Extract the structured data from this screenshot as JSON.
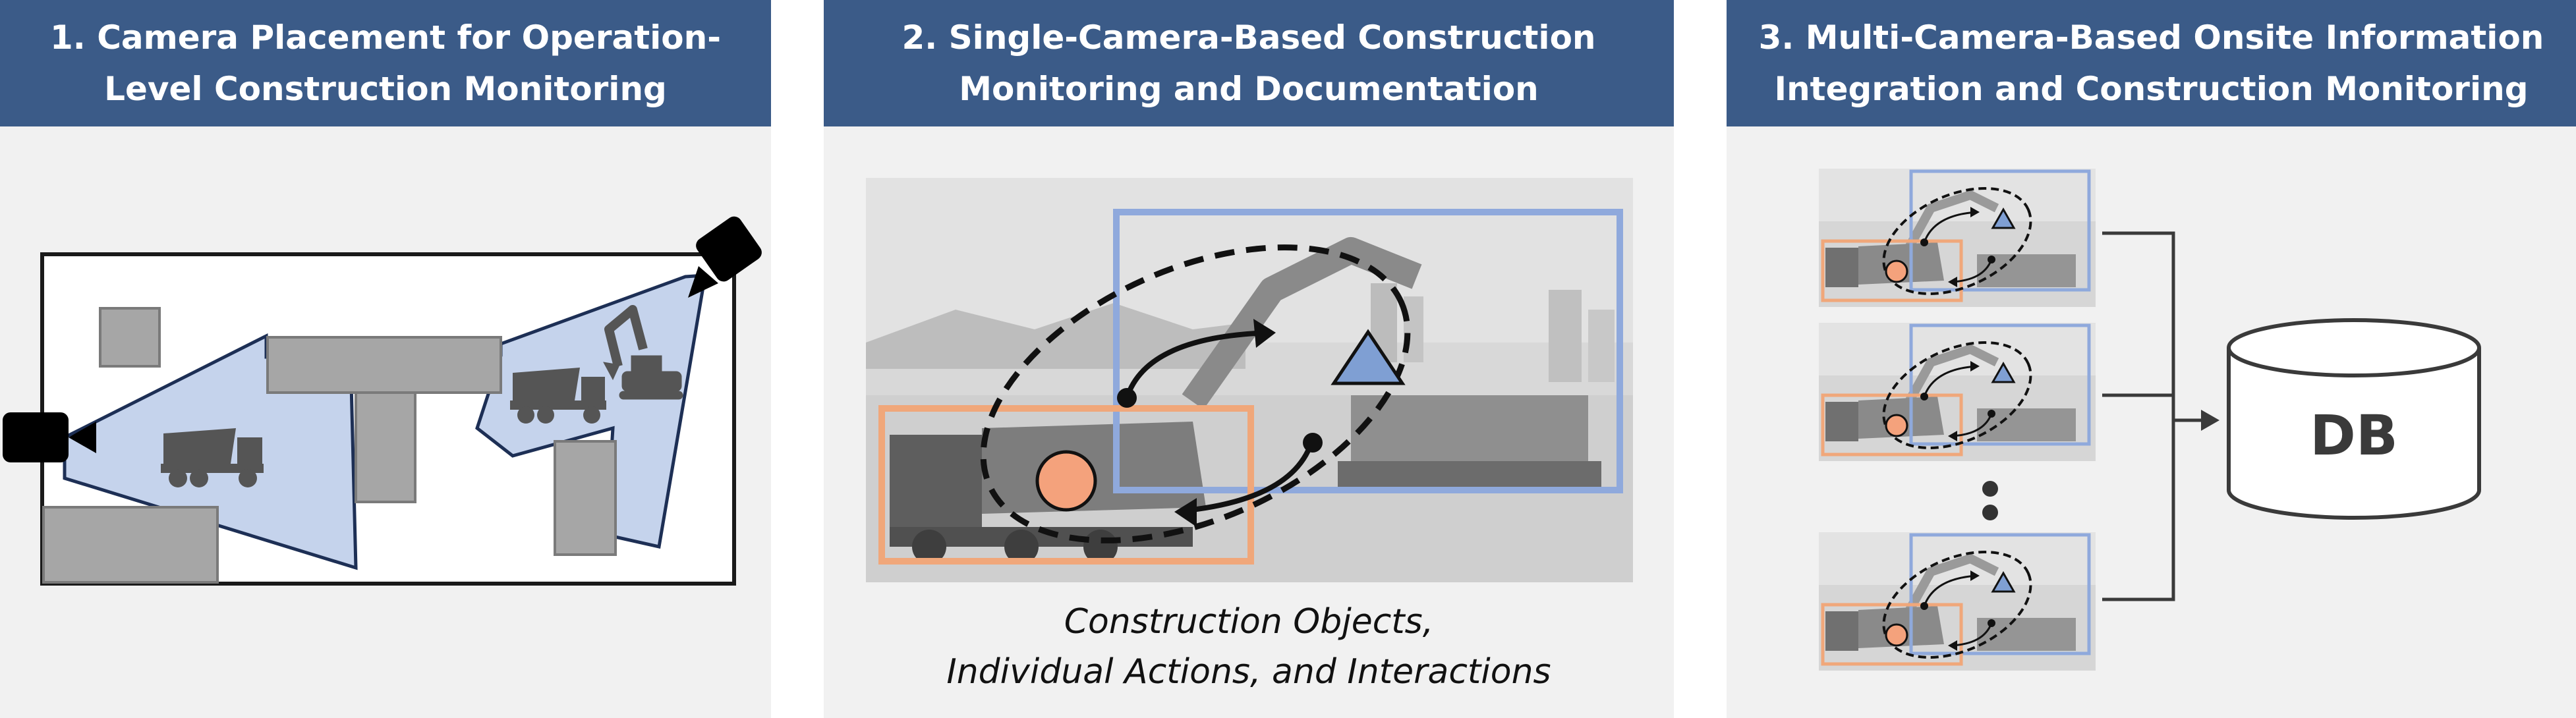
{
  "colors": {
    "header_bg": "#3b5b88",
    "panel_bg": "#f1f1f1",
    "coverage_fill": "#c5d3ec",
    "box_blue": "#8fa9dc",
    "box_orange": "#f0a77a",
    "marker_orange": "#f4a27c",
    "marker_blue": "#7f9fd3",
    "obstacle_gray": "#a6a6a6"
  },
  "panels": [
    {
      "header_line1": "1. Camera Placement for Operation-",
      "header_line2": "Level Construction Monitoring",
      "icons": [
        "camera-icon",
        "camera-icon",
        "dump-truck-icon",
        "dump-truck-icon",
        "excavator-icon"
      ]
    },
    {
      "header_line1": "2. Single-Camera-Based Construction",
      "header_line2": "Monitoring and Documentation",
      "caption_line1": "Construction Objects,",
      "caption_line2": "Individual Actions, and Interactions"
    },
    {
      "header_line1": "3. Multi-Camera-Based Onsite Information",
      "header_line2": "Integration and Construction Monitoring",
      "db_label": "DB"
    }
  ]
}
